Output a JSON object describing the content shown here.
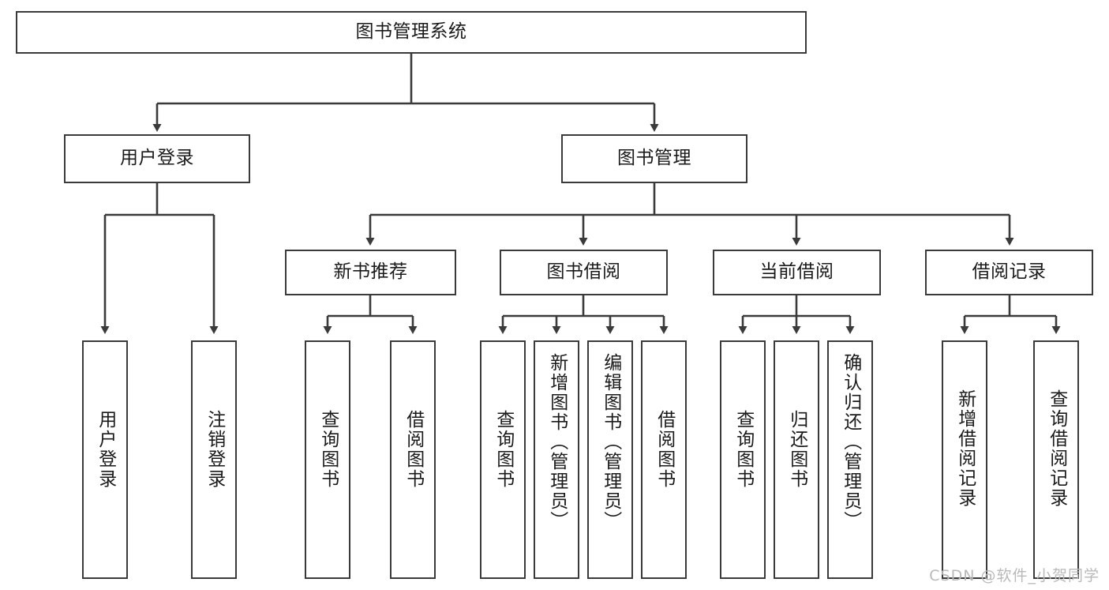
{
  "diagram": {
    "type": "tree",
    "title": "图书管理系统",
    "orientation": "top-down",
    "colors": {
      "background": "#ffffff",
      "node_border": "#3a3a3a",
      "node_fill": "#ffffff",
      "edge": "#3a3a3a",
      "text": "#1a1a1a",
      "watermark": "#b9b9b9"
    },
    "root": {
      "label": "图书管理系统"
    },
    "level2": [
      {
        "label": "用户登录"
      },
      {
        "label": "图书管理"
      }
    ],
    "level3": [
      {
        "label": "新书推荐"
      },
      {
        "label": "图书借阅"
      },
      {
        "label": "当前借阅"
      },
      {
        "label": "借阅记录"
      }
    ],
    "leaves": {
      "user_login": [
        {
          "label": "用户登录"
        },
        {
          "label": "注销登录"
        }
      ],
      "new_book_recommend": [
        {
          "label": "查询图书"
        },
        {
          "label": "借阅图书"
        }
      ],
      "book_borrow": [
        {
          "label": "查询图书"
        },
        {
          "label": "新增图书（管理员）"
        },
        {
          "label": "编辑图书（管理员）"
        },
        {
          "label": "借阅图书"
        }
      ],
      "current_borrow": [
        {
          "label": "查询图书"
        },
        {
          "label": "归还图书"
        },
        {
          "label": "确认归还（管理员）"
        }
      ],
      "borrow_record": [
        {
          "label": "新增借阅记录"
        },
        {
          "label": "查询借阅记录"
        }
      ]
    }
  },
  "watermark": {
    "text": "CSDN @软件_小贺同学"
  }
}
